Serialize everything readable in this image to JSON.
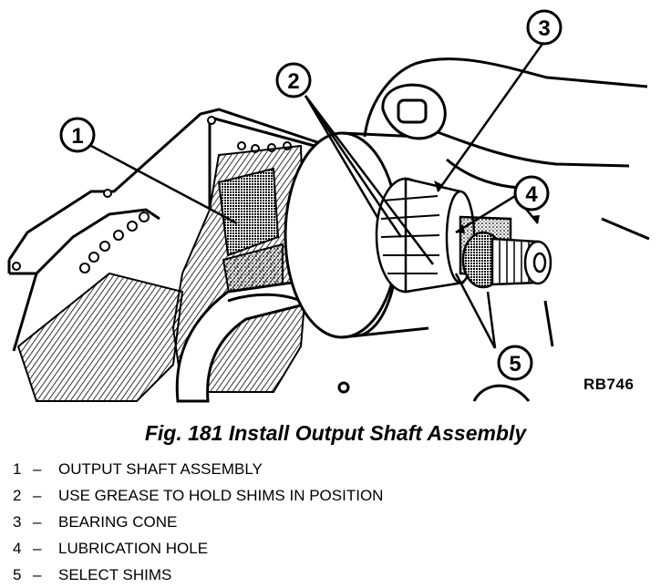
{
  "figure": {
    "reference_code": "RB746",
    "callouts": [
      "1",
      "2",
      "3",
      "4",
      "5"
    ]
  },
  "caption": "Fig. 181 Install Output Shaft Assembly",
  "legend": [
    {
      "num": "1",
      "dash": "–",
      "text": "OUTPUT SHAFT ASSEMBLY"
    },
    {
      "num": "2",
      "dash": "–",
      "text": "USE GREASE TO HOLD SHIMS IN POSITION"
    },
    {
      "num": "3",
      "dash": "–",
      "text": "BEARING CONE"
    },
    {
      "num": "4",
      "dash": "–",
      "text": "LUBRICATION HOLE"
    },
    {
      "num": "5",
      "dash": "–",
      "text": "SELECT SHIMS"
    }
  ]
}
